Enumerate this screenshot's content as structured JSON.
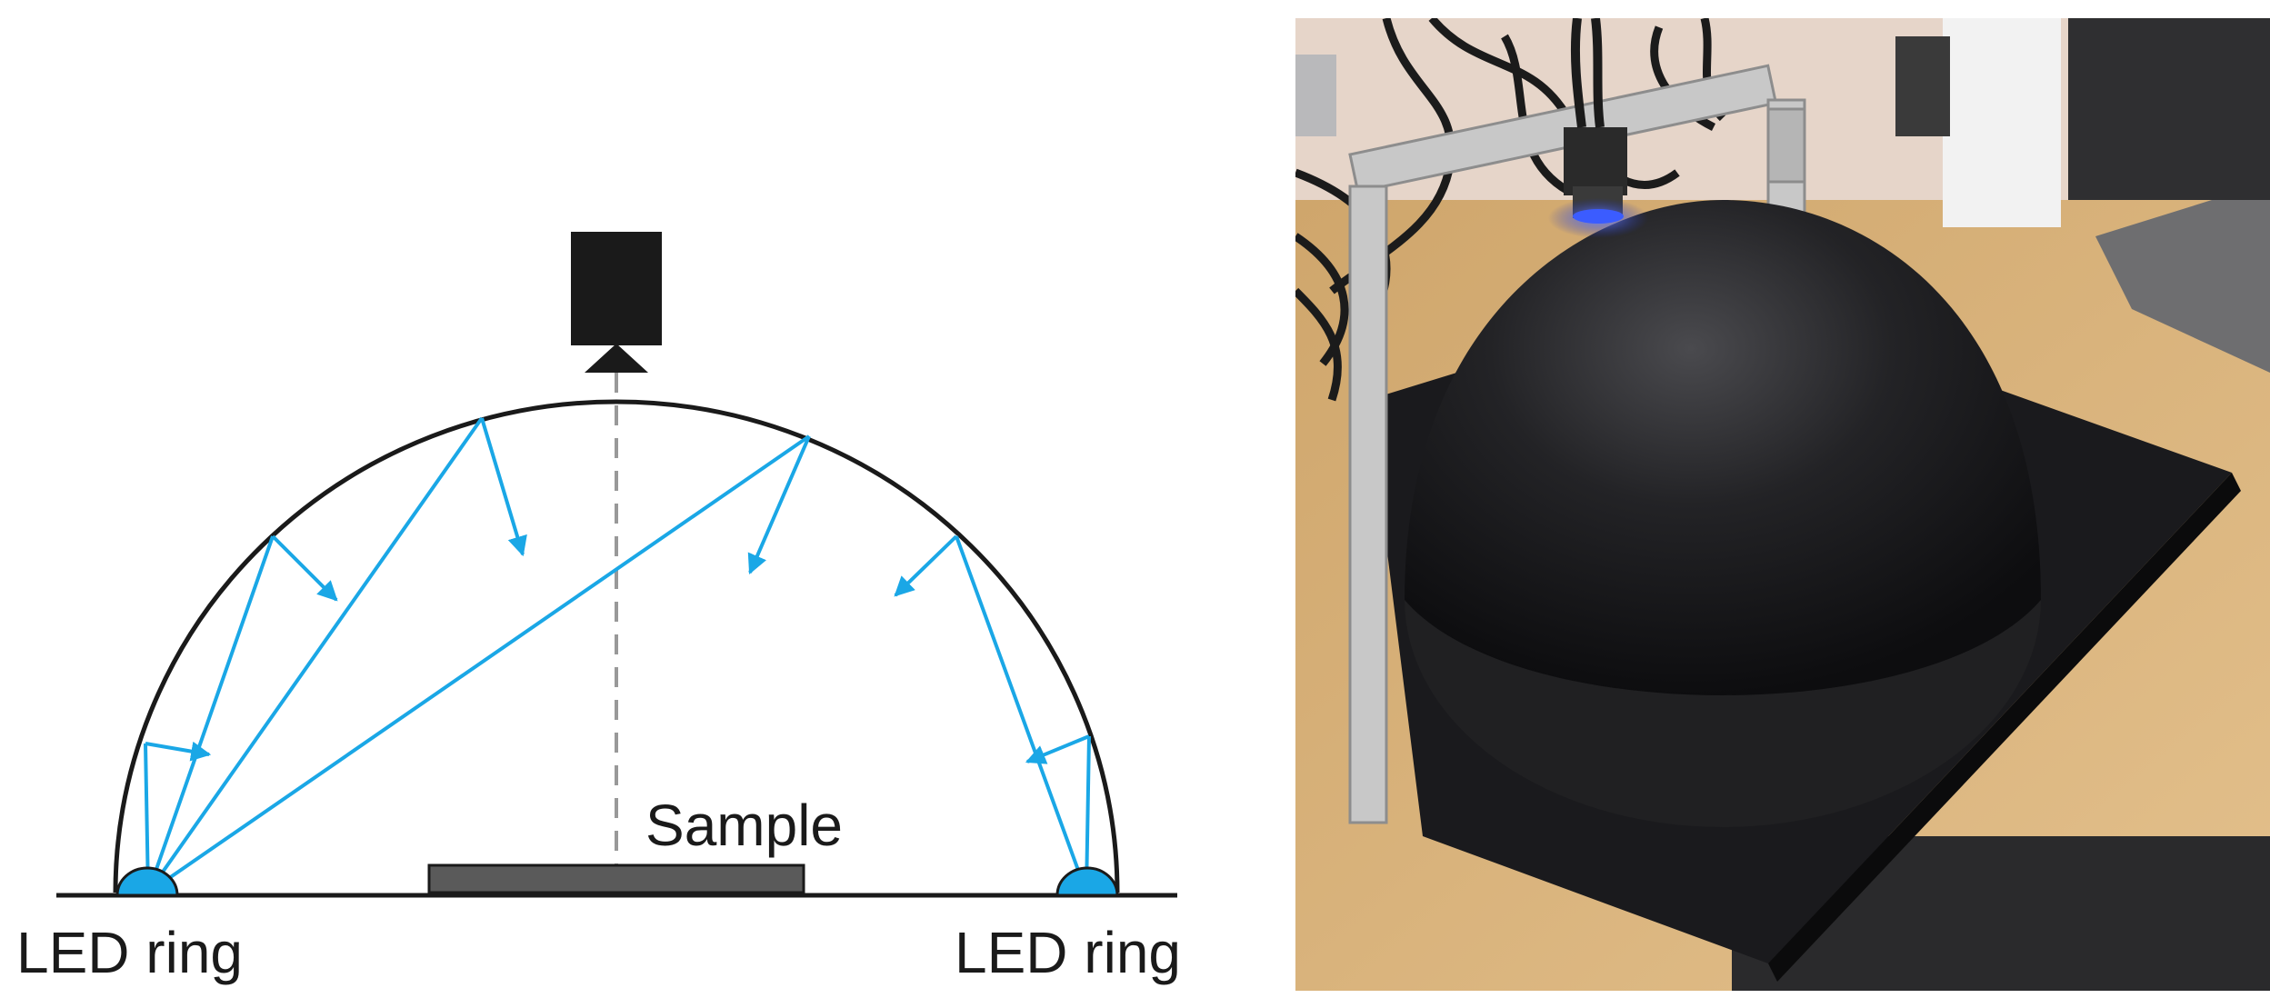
{
  "diagram": {
    "labels": {
      "sample": "Sample",
      "led_left": "LED ring",
      "led_right": "LED ring"
    },
    "colors": {
      "light_ray": "#1aa7e6",
      "dome_outline": "#1a1a1a",
      "sample_fill": "#5a5a5a",
      "camera": "#1a1a1a",
      "optical_axis": "#999999"
    }
  },
  "photo": {
    "colors": {
      "dome": "#1c1c1e",
      "frame": "#c8c8c8",
      "led_glow": "#3b5cff",
      "desk": "#d9b27a",
      "wall": "#e6d5c9"
    }
  }
}
